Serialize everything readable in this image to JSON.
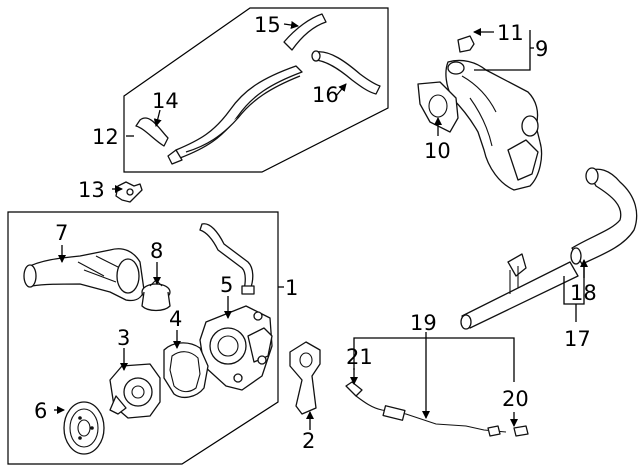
{
  "diagram": {
    "callouts": [
      "1",
      "2",
      "3",
      "4",
      "5",
      "6",
      "7",
      "8",
      "9",
      "10",
      "11",
      "12",
      "13",
      "14",
      "15",
      "16",
      "17",
      "18",
      "19",
      "20",
      "21"
    ]
  },
  "parts": {
    "icons": [
      "water-outlet-housing-icon",
      "thermostat-icon",
      "water-pump-icon",
      "pump-gasket-icon",
      "pulley-icon",
      "bypass-pipe-icon",
      "bracket-icon",
      "hose-icon",
      "coolant-pipe-icon",
      "sensor-icon",
      "clip-icon"
    ]
  }
}
